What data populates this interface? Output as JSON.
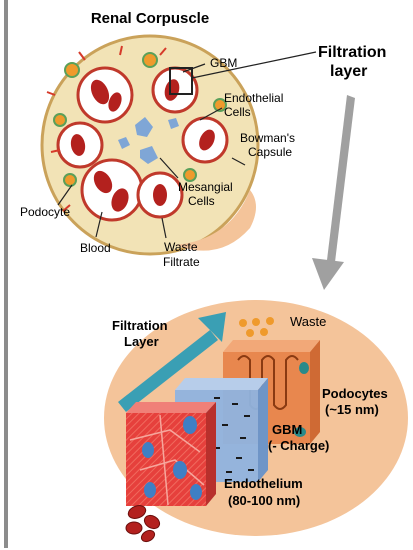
{
  "top": {
    "title": "Renal Corpuscle",
    "labels": {
      "gbm": "GBM",
      "filtration_layer_l1": "Filtration",
      "filtration_layer_l2": "layer",
      "endothelial_l1": "Endothelial",
      "endothelial_l2": "Cells",
      "bowmans_l1": "Bowman's",
      "bowmans_l2": "Capsule",
      "mesangial_l1": "Mesangial",
      "mesangial_l2": "Cells",
      "podocyte": "Podocyte",
      "blood": "Blood",
      "waste_l1": "Waste",
      "waste_l2": "Filtrate"
    }
  },
  "bottom": {
    "filtration_l1": "Filtration",
    "filtration_l2": "Layer",
    "waste": "Waste",
    "podocytes_l1": "Podocytes",
    "podocytes_l2": "(~15 nm)",
    "gbm_l1": "GBM",
    "gbm_l2": "(- Charge)",
    "endothelium_l1": "Endothelium",
    "endothelium_l2": "(80-100 nm)"
  },
  "colors": {
    "capsule": "#f2e3b6",
    "capsule_outline": "#caa25a",
    "background_oval": "#f4c49a",
    "podocyte_block": "#e8874e",
    "gbm_block": "#8fb3df",
    "endothelium_block": "#e6403c",
    "arrow_gray": "#a0a0a0",
    "arrow_teal": "#3a9fb4",
    "blood_cell": "#b3211e",
    "waste_dot": "#ef9a2c"
  }
}
